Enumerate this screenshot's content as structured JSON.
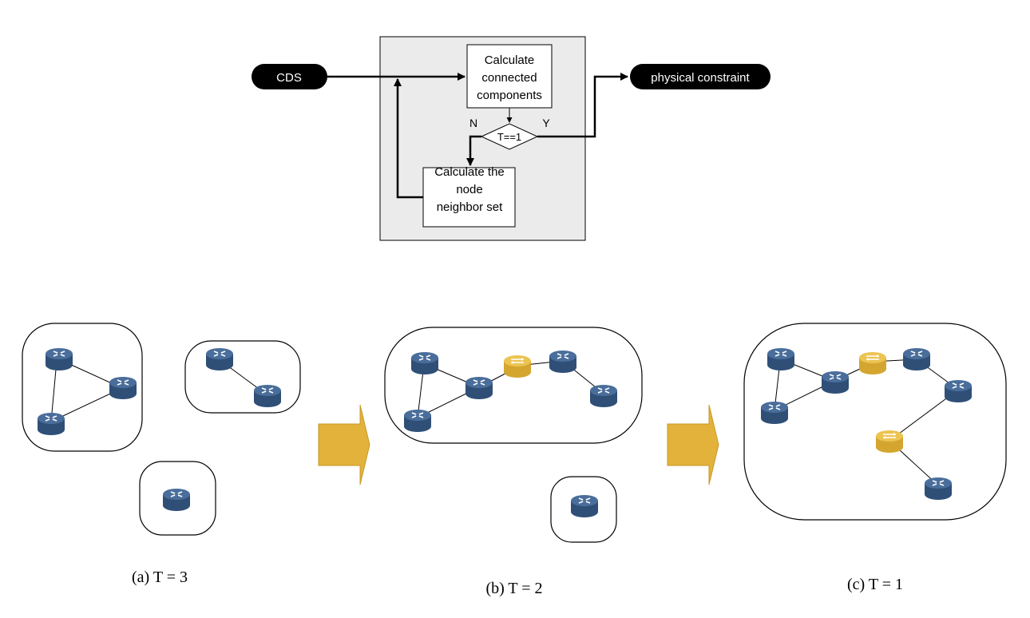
{
  "flowchart": {
    "start_label": "CDS",
    "process1_lines": [
      "Calculate",
      "connected",
      "components"
    ],
    "decision_label": "T==1",
    "no_label": "N",
    "yes_label": "Y",
    "process2_lines": [
      "Calculate the",
      "node",
      "neighbor set"
    ],
    "end_label": "physical constraint"
  },
  "panels": {
    "a_caption": "(a) T = 3",
    "b_caption": "(b) T = 2",
    "c_caption": "(c) T = 1"
  },
  "colors": {
    "router_blue": "#3d5f88",
    "router_yellow": "#e6b840",
    "arrow_yellow": "#e2b23a",
    "flow_bg": "#ebebeb",
    "terminal": "#000000"
  },
  "icons": {
    "router": "router-icon",
    "highlighted_router": "highlighted-router-icon",
    "step_arrow": "step-arrow-icon"
  }
}
